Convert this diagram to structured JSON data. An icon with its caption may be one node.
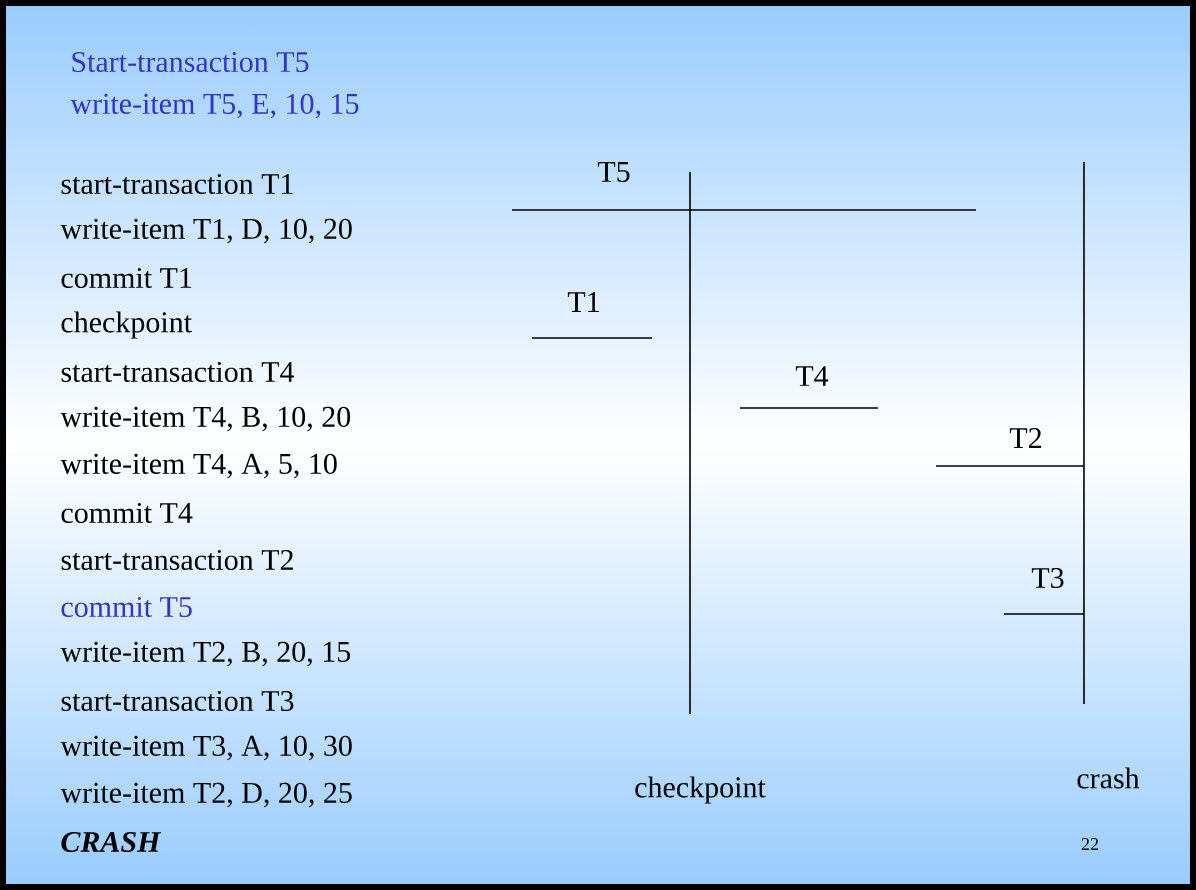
{
  "diagram": {
    "labels": [
      "Start-transaction T5",
      "write-item T5, E, 10, 15",
      "start-transaction T1",
      "write-item T1, D, 10, 20",
      "commit T1",
      "checkpoint",
      "start-transaction T4",
      "write-item T4, B, 10, 20",
      "write-item T4, A, 5, 10",
      "commit T4",
      "start-transaction T2",
      "commit T5",
      "write-item T2, B, 20, 15",
      "start-transaction T3",
      "write-item T3, A, 10, 30",
      "write-item T2, D, 20, 25",
      "CRASH",
      "T5",
      "T1",
      "T4",
      "T2",
      "T3",
      "checkpoint",
      "crash",
      "22"
    ]
  }
}
